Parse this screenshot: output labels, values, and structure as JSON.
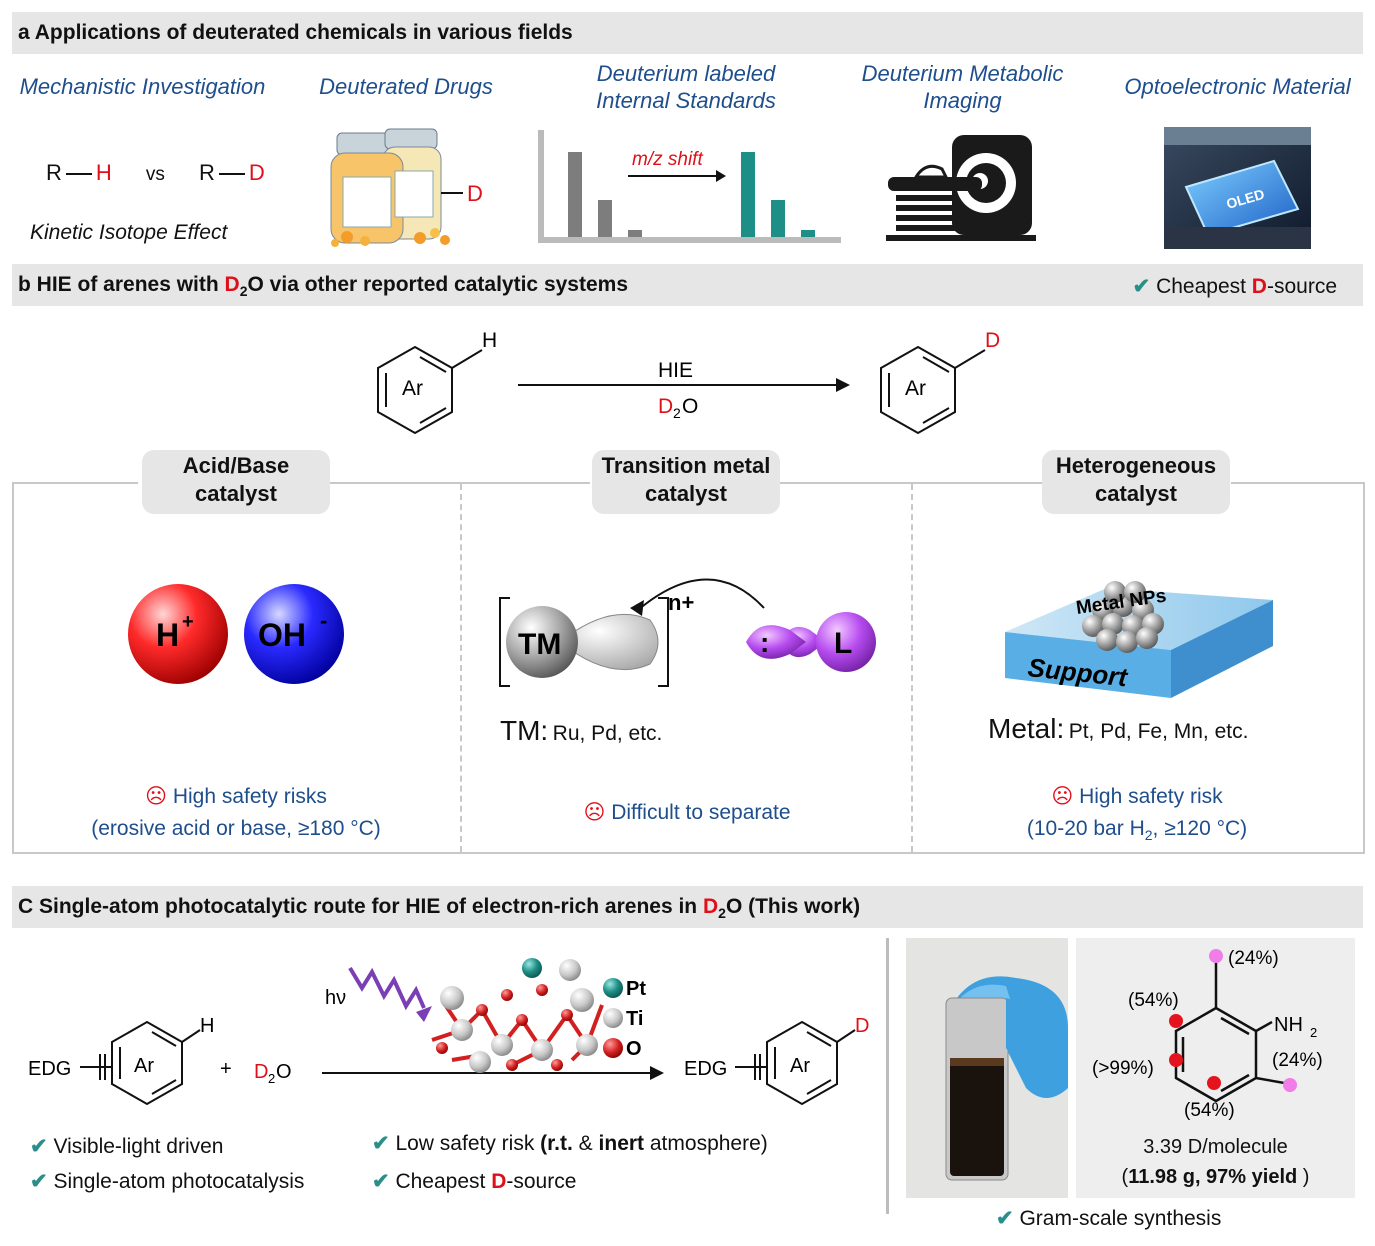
{
  "panel_a": {
    "letter": "a",
    "title": "Applications of deuterated chemicals in various fields",
    "fields": [
      {
        "label": "Mechanistic Investigation"
      },
      {
        "label": "Deuterated Drugs"
      },
      {
        "label_line1": "Deuterium labeled",
        "label_line2": "Internal Standards"
      },
      {
        "label_line1": "Deuterium Metabolic",
        "label_line2": "Imaging"
      },
      {
        "label": "Optoelectronic Material"
      }
    ],
    "kie": {
      "r1": "R",
      "h": "H",
      "vs": "vs",
      "r2": "R",
      "d": "D",
      "caption": "Kinetic Isotope Effect"
    },
    "drug_d": "D",
    "ms_shift_label": "m/z shift",
    "oled_label": "OLED",
    "ms_bars_before": [
      0.85,
      0.37,
      0.07
    ],
    "ms_bars_after": [
      0.85,
      0.37,
      0.07
    ]
  },
  "panel_b": {
    "letter": "b",
    "title_pre": "HIE of arenes with ",
    "title_d": "D",
    "title_sub": "2",
    "title_post": "O via other reported catalytic systems",
    "badge_check": "✔",
    "badge_pre": "Cheapest ",
    "badge_d": "D",
    "badge_post": "-source",
    "reaction": {
      "ar": "Ar",
      "h": "H",
      "d": "D",
      "above": "HIE",
      "below_d": "D",
      "below_sub": "2",
      "below_o": "O"
    },
    "columns": [
      {
        "title_line1": "Acid/Base",
        "title_line2": "catalyst",
        "h_plus": "H",
        "h_plus_sup": "+",
        "oh": "OH",
        "oh_sup": "-",
        "risk_icon": "☹",
        "risk": "High safety risks",
        "risk_detail": "(erosive acid or base, ≥180 °C)"
      },
      {
        "title_line1": "Transition metal",
        "title_line2": "catalyst",
        "tm": "TM",
        "charge": "n+",
        "ligand": "L",
        "lone_pair": ":",
        "metal_label": "TM:",
        "metal_list": "Ru, Pd, etc.",
        "risk_icon": "☹",
        "risk": "Difficult to separate"
      },
      {
        "title_line1": "Heterogeneous",
        "title_line2": "catalyst",
        "nps": "Metal NPs",
        "support": "Support",
        "metal_label": "Metal:",
        "metal_list": "Pt, Pd, Fe, Mn, etc.",
        "risk_icon": "☹",
        "risk": "High safety risk",
        "risk_detail_pre": "(10-20 bar H",
        "risk_detail_sub": "2",
        "risk_detail_post": ", ≥120 °C)"
      }
    ]
  },
  "panel_c": {
    "letter": "C",
    "title_pre": "Single-atom photocatalytic route for HIE of electron-rich arenes in ",
    "title_d": "D",
    "title_sub": "2",
    "title_post": "O (This work)",
    "reaction": {
      "edg": "EDG",
      "ar": "Ar",
      "h": "H",
      "plus": "+",
      "d2o_d": "D",
      "d2o_sub": "2",
      "d2o_o": "O",
      "hv": "hν",
      "legend": [
        "Pt",
        "Ti",
        "O"
      ],
      "product_edg": "EDG",
      "product_ar": "Ar",
      "product_d": "D"
    },
    "checks": [
      {
        "text": "Visible-light driven"
      },
      {
        "text": "Single-atom photocatalysis"
      },
      {
        "pre": "Low safety risk ",
        "b1": "(r.t.",
        "mid": " & ",
        "b2": "inert",
        "post": " atmosphere)"
      },
      {
        "pre": "Cheapest ",
        "d": "D",
        "post": "-source"
      }
    ],
    "product": {
      "nh2": "NH",
      "nh2_sub": "2",
      "p_top": "(24%)",
      "p_left_top": "(54%)",
      "p_right": "(24%)",
      "p_left": "(>99%)",
      "p_bottom": "(54%)",
      "d_per_molecule": "3.39 D/molecule",
      "yield_open": "(",
      "yield_bold": "11.98 g, 97% yield",
      "yield_close": " )"
    },
    "gram_scale": "Gram-scale synthesis",
    "colors": {
      "pt": "#1e8f86",
      "ti": "#c8c8c8",
      "o": "#d21f1f",
      "ring_d_red": "#e4141e",
      "ring_d_pink": "#f07de8"
    }
  }
}
